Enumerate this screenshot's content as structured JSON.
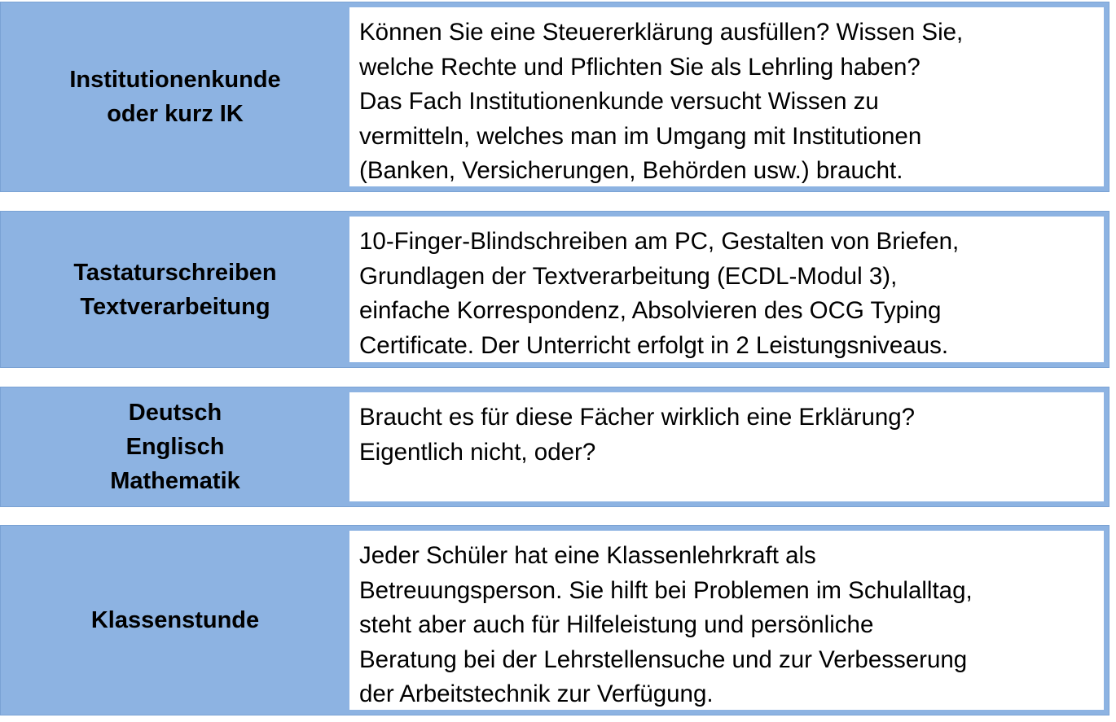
{
  "rows": [
    {
      "subject": [
        "Institutionenkunde",
        "oder kurz IK"
      ],
      "description": [
        "Können Sie eine Steuererklärung ausfüllen? Wissen Sie,",
        "welche Rechte und Pflichten Sie als Lehrling haben?",
        "Das Fach Institutionenkunde versucht Wissen zu",
        "vermitteln, welches man im Umgang mit Institutionen",
        "(Banken, Versicherungen, Behörden usw.) braucht."
      ]
    },
    {
      "subject": [
        "Tastaturschreiben",
        "Textverarbeitung"
      ],
      "description": [
        "10-Finger-Blindschreiben am PC, Gestalten von Briefen,",
        "Grundlagen der Textverarbeitung (ECDL-Modul 3),",
        "einfache Korrespondenz, Absolvieren des OCG Typing",
        "Certificate. Der Unterricht erfolgt in 2 Leistungsniveaus."
      ]
    },
    {
      "subject": [
        "Deutsch",
        "Englisch",
        "Mathematik"
      ],
      "description": [
        "Braucht es für diese Fächer wirklich eine Erklärung?",
        "Eigentlich nicht, oder?"
      ]
    },
    {
      "subject": [
        "Klassenstunde"
      ],
      "description": [
        "Jeder Schüler hat eine Klassenlehrkraft als",
        "Betreuungsperson. Sie hilft bei Problemen im Schulalltag,",
        "steht aber auch für Hilfeleistung und persönliche",
        "Beratung bei der Lehrstellensuche und zur Verbesserung",
        "der Arbeitstechnik zur Verfügung."
      ]
    }
  ],
  "colors": {
    "subject_background": "#8db3e2",
    "description_background": "#ffffff",
    "text": "#000000"
  }
}
